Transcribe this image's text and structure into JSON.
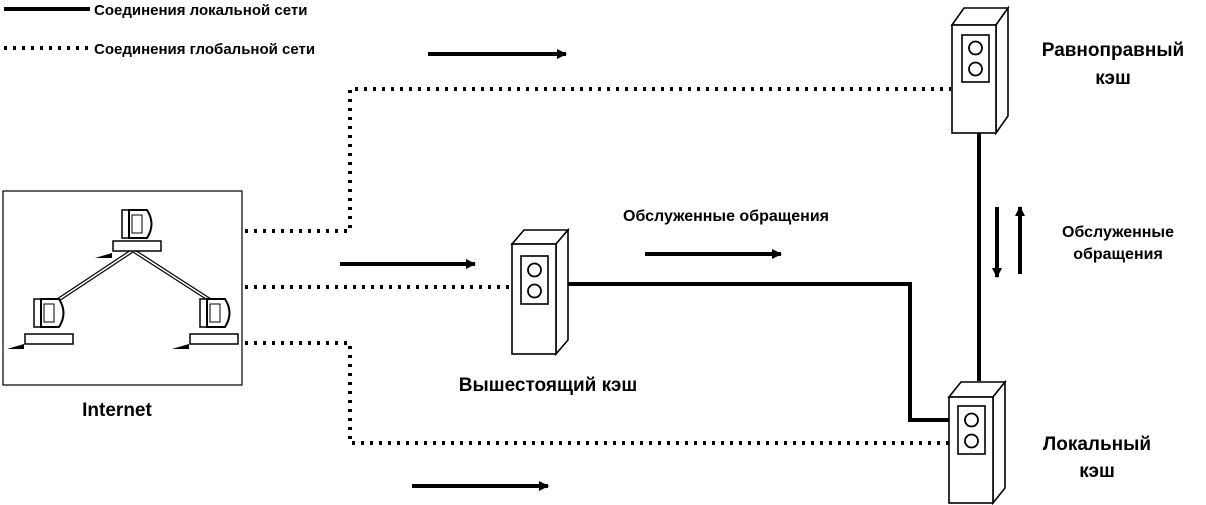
{
  "legend": {
    "local_label": "Соединения локальной сети",
    "global_label": "Соединения глобальной сети"
  },
  "internet": {
    "label": "Internet"
  },
  "caches": {
    "peer": {
      "line1": "Равноправный",
      "line2": "кэш"
    },
    "parent": {
      "label": "Вышестоящий кэш"
    },
    "local": {
      "line1": "Локальный",
      "line2": "кэш"
    }
  },
  "flows": {
    "to_local": {
      "label": "Обслуженные обращения"
    },
    "peer_local": {
      "line1": "Обслуженные",
      "line2": "обращения"
    }
  }
}
